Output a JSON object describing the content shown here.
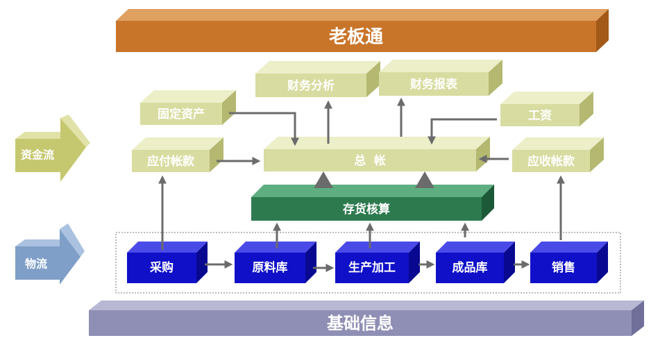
{
  "header": {
    "title": "老板通"
  },
  "footer": {
    "title": "基础信息"
  },
  "side": {
    "capital_flow": "资金流",
    "material_flow": "物流"
  },
  "finance": {
    "analysis": "财务分析",
    "report": "财务报表",
    "fixed_assets": "固定资产",
    "salary": "工资",
    "payable": "应付帐款",
    "general_ledger": "总  帐",
    "receivable": "应收帐款"
  },
  "inventory": {
    "accounting": "存货核算"
  },
  "logistics": {
    "purchase": "采购",
    "raw_materials": "原料库",
    "production": "生产加工",
    "finished_goods": "成品库",
    "sales": "销售"
  },
  "colors": {
    "header": "#c8752a",
    "footer": "#8f8fb5",
    "finance_box": "#d8dca0",
    "inventory_box": "#2d7a4f",
    "logistics_box": "#1010c8",
    "arrow": "#6b6b6b"
  }
}
